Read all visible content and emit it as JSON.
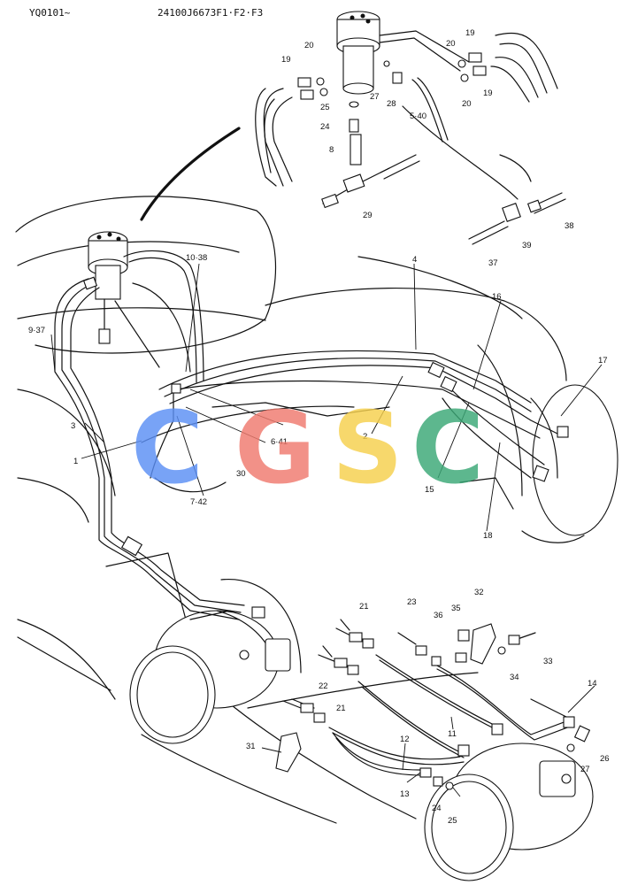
{
  "header": {
    "model_range": "YQ0101~",
    "part_number": "24100J6673F1·F2·F3"
  },
  "watermark": {
    "letters": [
      {
        "char": "C",
        "color": "#5b8ff5"
      },
      {
        "char": "G",
        "color": "#f07a6e"
      },
      {
        "char": "S",
        "color": "#f6d04d"
      },
      {
        "char": "C",
        "color": "#3aa876"
      }
    ]
  },
  "callouts": [
    "1",
    "2",
    "3",
    "4",
    "5·40",
    "6·41",
    "7·42",
    "8",
    "9·37",
    "10·38",
    "11",
    "12",
    "13",
    "14",
    "15",
    "16",
    "17",
    "18",
    "19",
    "19",
    "19",
    "20",
    "20",
    "20",
    "21",
    "21",
    "22",
    "23",
    "24",
    "24",
    "25",
    "25",
    "26",
    "27",
    "27",
    "28",
    "29",
    "30",
    "31",
    "32",
    "33",
    "34",
    "35",
    "36",
    "37",
    "38",
    "39"
  ]
}
